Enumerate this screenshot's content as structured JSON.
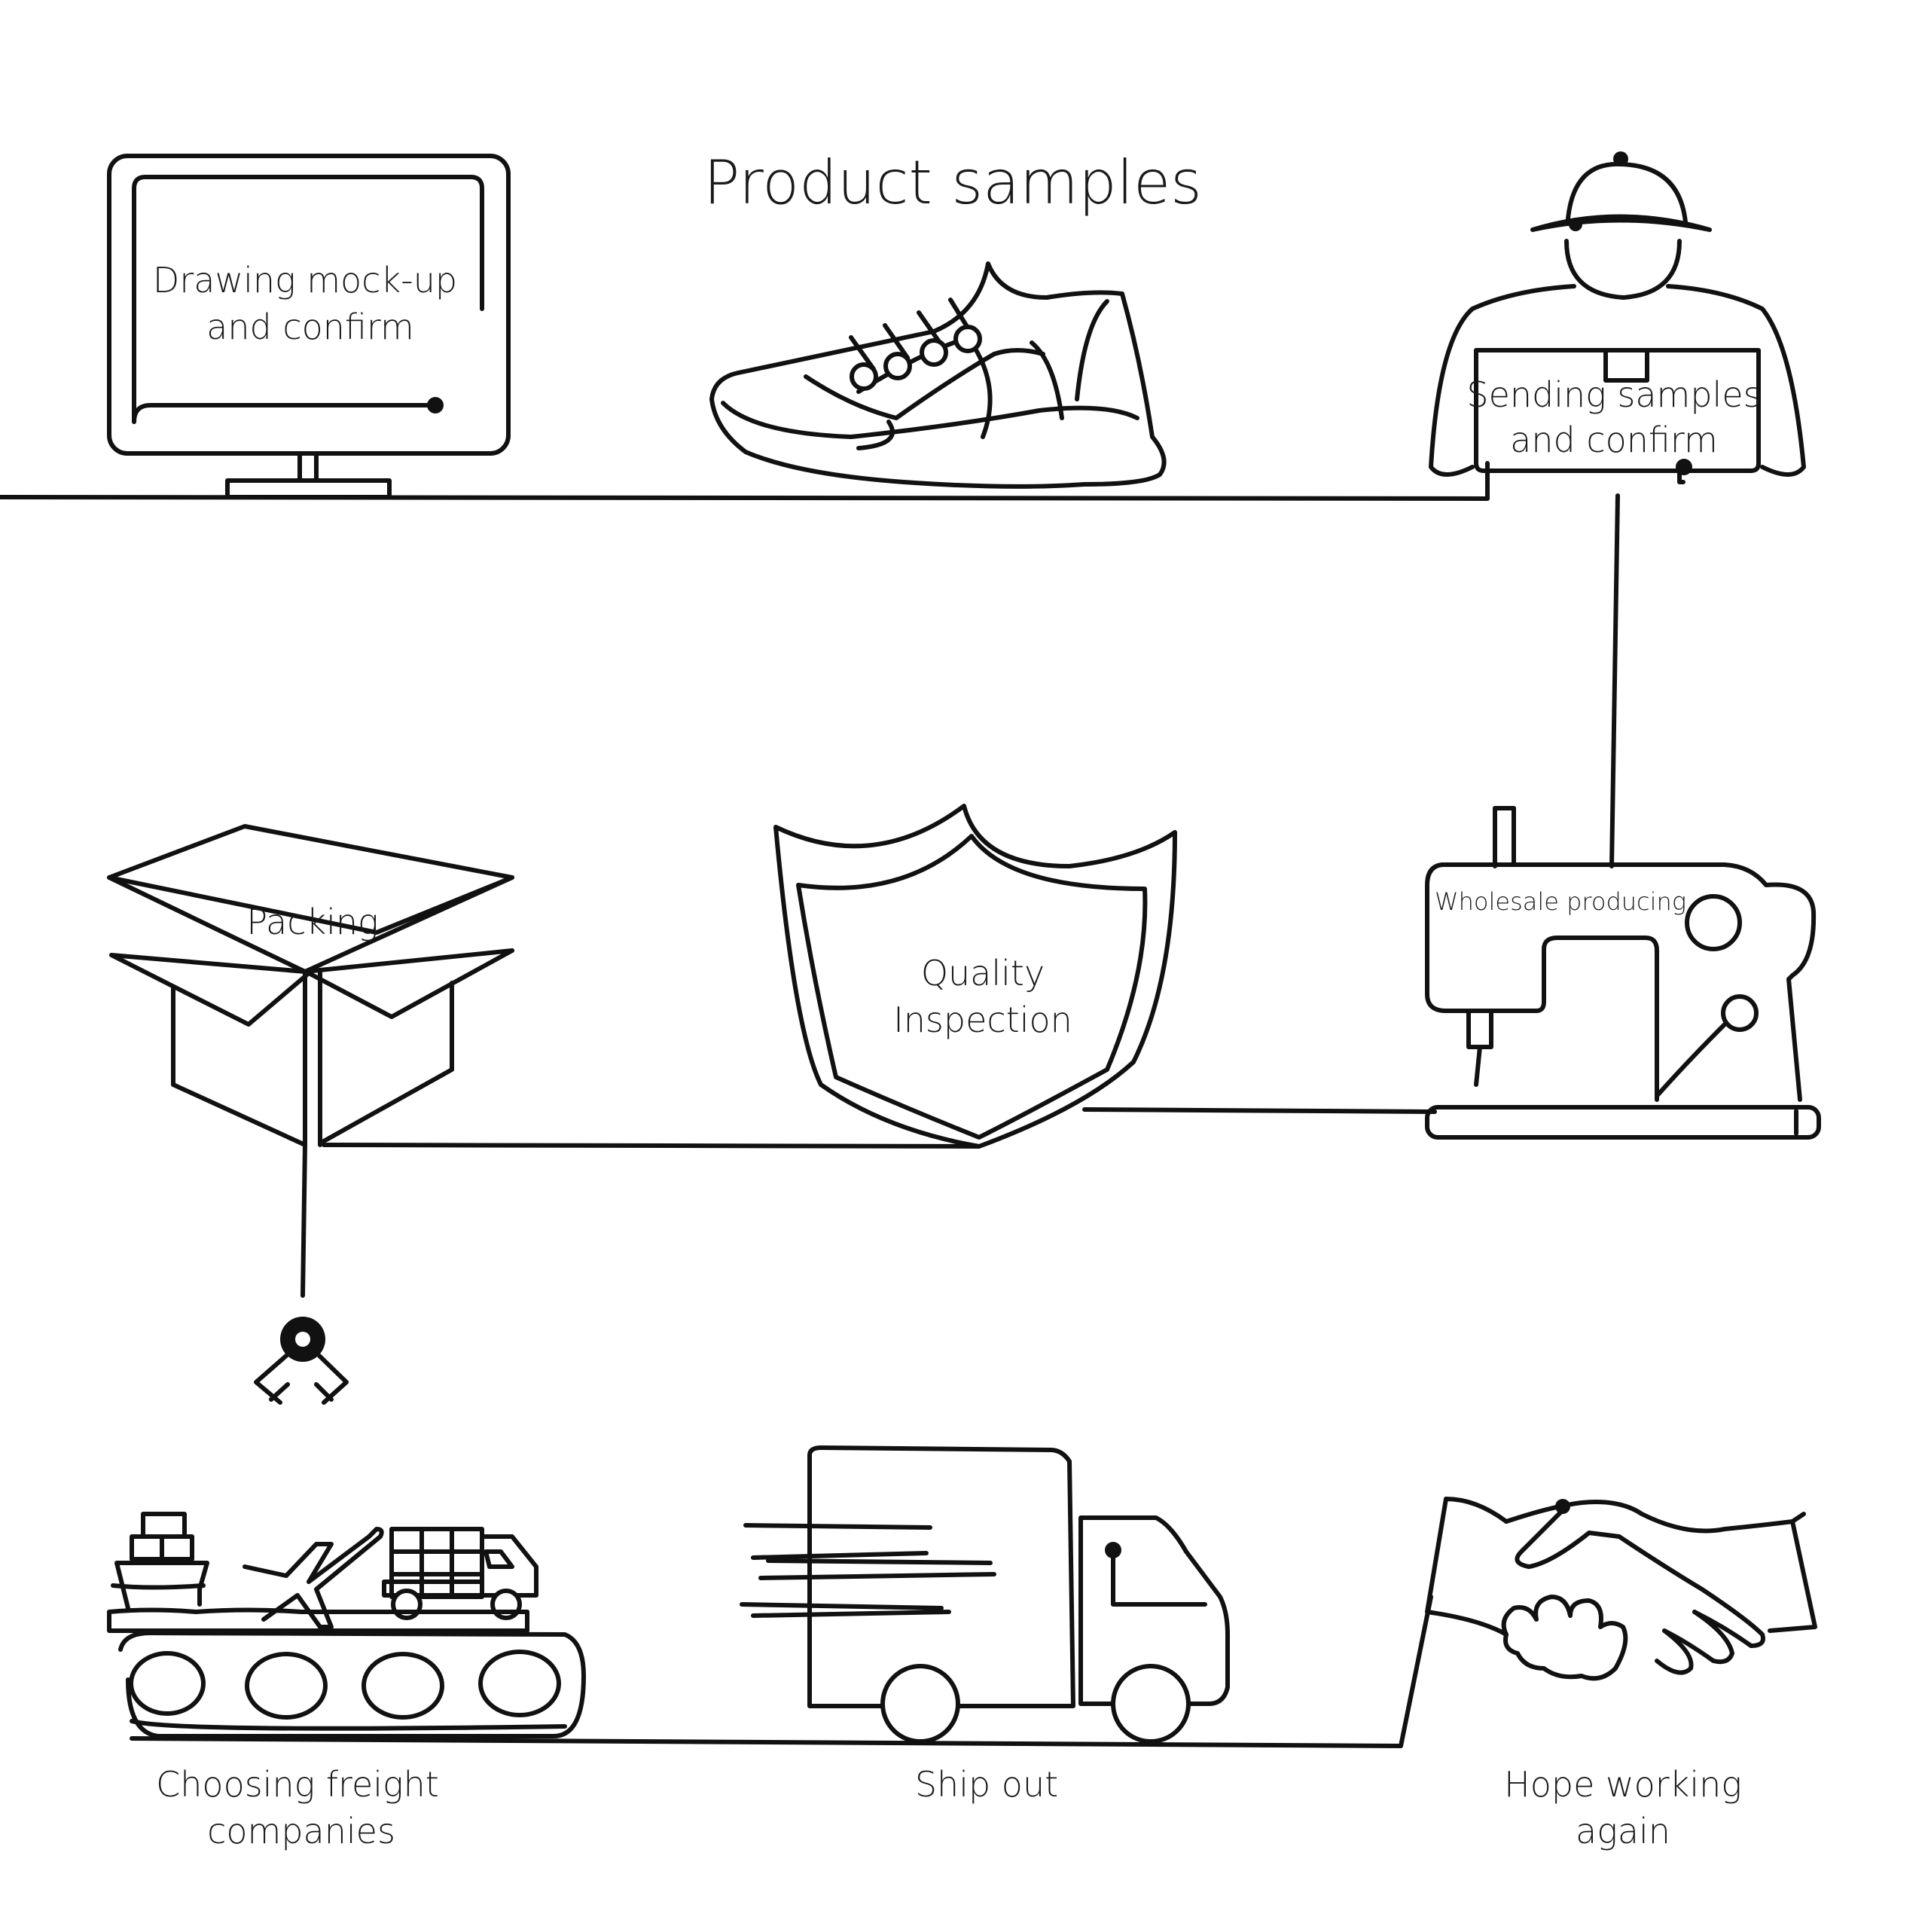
{
  "title": "Product samples",
  "steps": {
    "drawing": {
      "line1": "Drawing mock-up",
      "line2": "and confirm"
    },
    "sending": {
      "line1": "Sending samples",
      "line2": "and confirm"
    },
    "wholesale": {
      "line1": "Wholesale producing"
    },
    "quality": {
      "line1": "Quality",
      "line2": "Inspection"
    },
    "packing": {
      "line1": "Packing"
    },
    "freight": {
      "line1": "Choosing freight",
      "line2": "companies"
    },
    "shipout": {
      "line1": "Ship out"
    },
    "hope": {
      "line1": "Hope working",
      "line2": "again"
    }
  },
  "colors": {
    "stroke": "#111111",
    "background": "#ffffff"
  }
}
